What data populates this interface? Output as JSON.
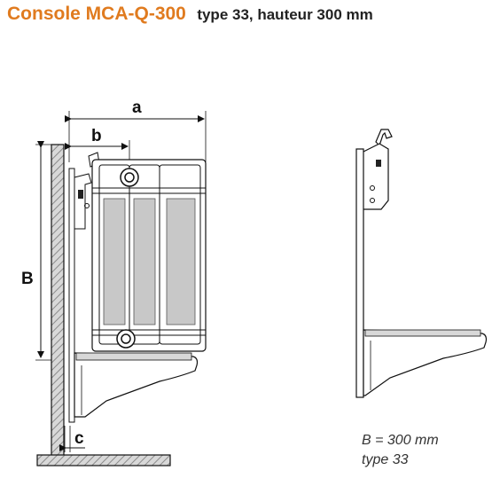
{
  "header": {
    "title": "Console MCA-Q-300",
    "subtitle": "type 33, hauteur 300 mm"
  },
  "dimensions": {
    "a": "a",
    "b": "b",
    "B": "B",
    "c": "c"
  },
  "notes": {
    "height": "B = 300 mm",
    "type": "type 33"
  },
  "colors": {
    "accent": "#e07b1f",
    "line": "#111111",
    "hatch": "#9a9a9a",
    "shade": "#c8c8c8"
  }
}
